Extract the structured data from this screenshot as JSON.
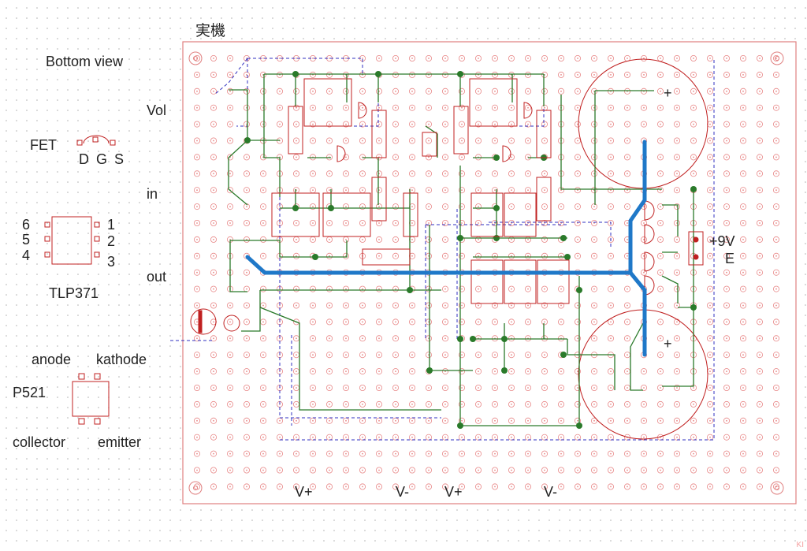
{
  "title": "実機",
  "view_label": "Bottom view",
  "vol_label": "Vol",
  "in_label": "in",
  "out_label": "out",
  "fet": {
    "label": "FET",
    "pins": "D G S"
  },
  "tlp371": {
    "name": "TLP371",
    "pins_left": [
      "6",
      "5",
      "4"
    ],
    "pins_right": [
      "1",
      "2",
      "3"
    ]
  },
  "p521": {
    "name": "P521",
    "anode": "anode",
    "kathode": "kathode",
    "collector": "collector",
    "emitter": "emitter"
  },
  "power": {
    "plus": "+9V",
    "earth": "E"
  },
  "cap_plus": "+",
  "bottom_labels": [
    "V+",
    "V-",
    "V+",
    "V-"
  ],
  "corner_mark": "KI",
  "colors": {
    "board_outline": "#e08080",
    "hole": "#e88888",
    "dot_grid": "#b0b0b0",
    "component": "#c02020",
    "wire": "#2a7a2a",
    "jumper_dashed": "#3030c0",
    "thick_wire": "#1f78c8",
    "text": "#222222"
  }
}
